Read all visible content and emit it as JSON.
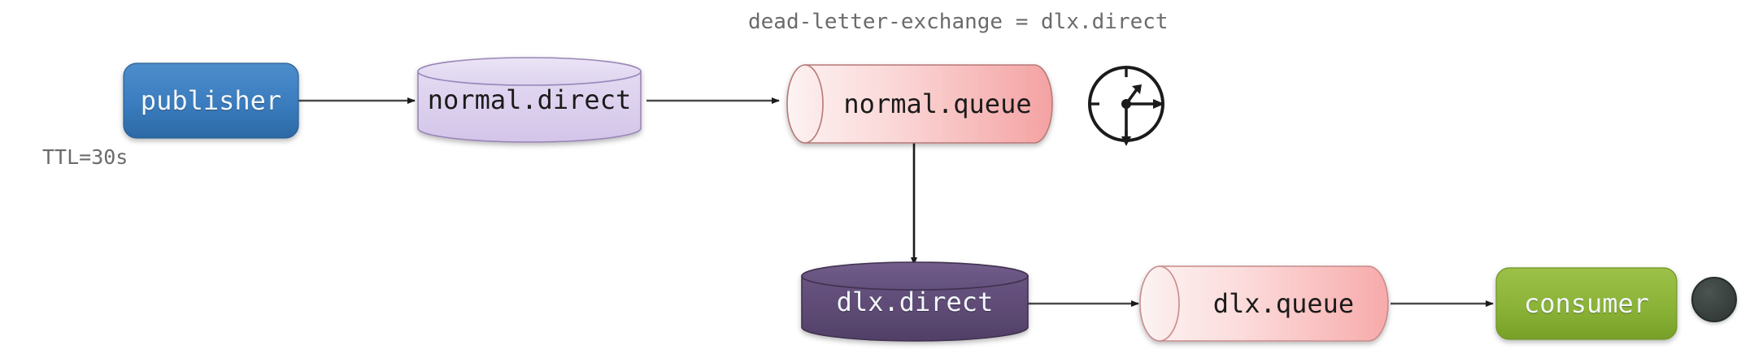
{
  "diagram": {
    "title_annotation": "dead-letter-exchange = dlx.direct",
    "ttl_annotation": "TTL=30s",
    "background": "#ffffff",
    "nodes": {
      "publisher": {
        "label": "publisher",
        "shape": "rounded-rect",
        "fill": "#3d7fc1",
        "fill_dark": "#2f6ba8",
        "text_color": "#ffffff"
      },
      "normal_direct": {
        "label": "normal.direct",
        "shape": "cylinder-vertical",
        "fill": "#ddd2ef",
        "fill_top": "#e8e0f4",
        "stroke": "#9a86b8",
        "text_color": "#1b1b1b"
      },
      "normal_queue": {
        "label": "normal.queue",
        "shape": "cylinder-horizontal",
        "fill_left": "#fdeaea",
        "fill_right": "#f4a0a0",
        "stroke": "#b06a6a",
        "text_color": "#1b1b1b"
      },
      "clock": {
        "label": "clock-icon",
        "shape": "clock",
        "stroke": "#1b1b1b"
      },
      "dlx_direct": {
        "label": "dlx.direct",
        "shape": "cylinder-vertical",
        "fill": "#5e4b78",
        "fill_top": "#6b5686",
        "stroke": "#42324f",
        "text_color": "#ffffff"
      },
      "dlx_queue": {
        "label": "dlx.queue",
        "shape": "cylinder-horizontal",
        "fill_left": "#fdeaea",
        "fill_right": "#f7a8a8",
        "stroke": "#c08080",
        "text_color": "#1b1b1b"
      },
      "consumer": {
        "label": "consumer",
        "shape": "rounded-rect",
        "fill": "#8cb33a",
        "fill_dark": "#7aa12e",
        "text_color": "#ffffff"
      },
      "terminator": {
        "label": "end-node",
        "shape": "circle",
        "fill": "#3a4240",
        "stroke": "#2a312f"
      }
    },
    "edges": [
      {
        "name": "publisher-to-normal-direct",
        "from": "publisher",
        "to": "normal_direct",
        "label": ""
      },
      {
        "name": "normal-direct-to-normal-queue",
        "from": "normal_direct",
        "to": "normal_queue",
        "label": ""
      },
      {
        "name": "normal-queue-to-dlx-direct",
        "from": "normal_queue",
        "to": "dlx_direct",
        "label": ""
      },
      {
        "name": "dlx-direct-to-dlx-queue",
        "from": "dlx_direct",
        "to": "dlx_queue",
        "label": ""
      },
      {
        "name": "dlx-queue-to-consumer",
        "from": "dlx_queue",
        "to": "consumer",
        "label": ""
      }
    ]
  }
}
